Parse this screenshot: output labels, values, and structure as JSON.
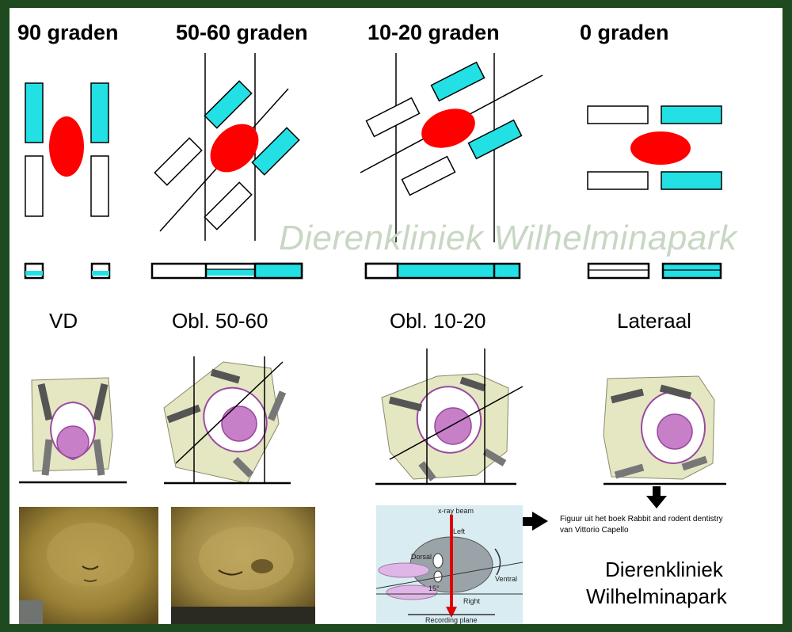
{
  "headings": {
    "angle_90": "90 graden",
    "angle_50_60": "50-60 graden",
    "angle_10_20": "10-20 graden",
    "angle_0": "0 graden"
  },
  "views": {
    "vd": "VD",
    "obl_50_60": "Obl. 50-60",
    "obl_10_20": "Obl. 10-20",
    "lateraal": "Lateraal"
  },
  "watermark": "Dierenkliniek Wilhelminapark",
  "caption": {
    "line1": "Figuur uit het boek Rabbit and rodent dentistry",
    "line2": "van Vittorio Capello"
  },
  "credit": {
    "line1": "Dierenkliniek",
    "line2": "Wilhelminapark"
  },
  "xray_diagram": {
    "beam": "x-ray beam",
    "left": "Left",
    "dorsal": "Dorsal",
    "ventral": "Ventral",
    "angle": "15°",
    "right": "Right",
    "plane": "Recording plane"
  },
  "colors": {
    "frame": "#1f4a1f",
    "cyan": "#22e0e3",
    "red": "#ff0000",
    "skull_bg": "#e4e7c2",
    "skull_purple": "#c77fc8",
    "xray_bg": "#d8ecf1"
  }
}
